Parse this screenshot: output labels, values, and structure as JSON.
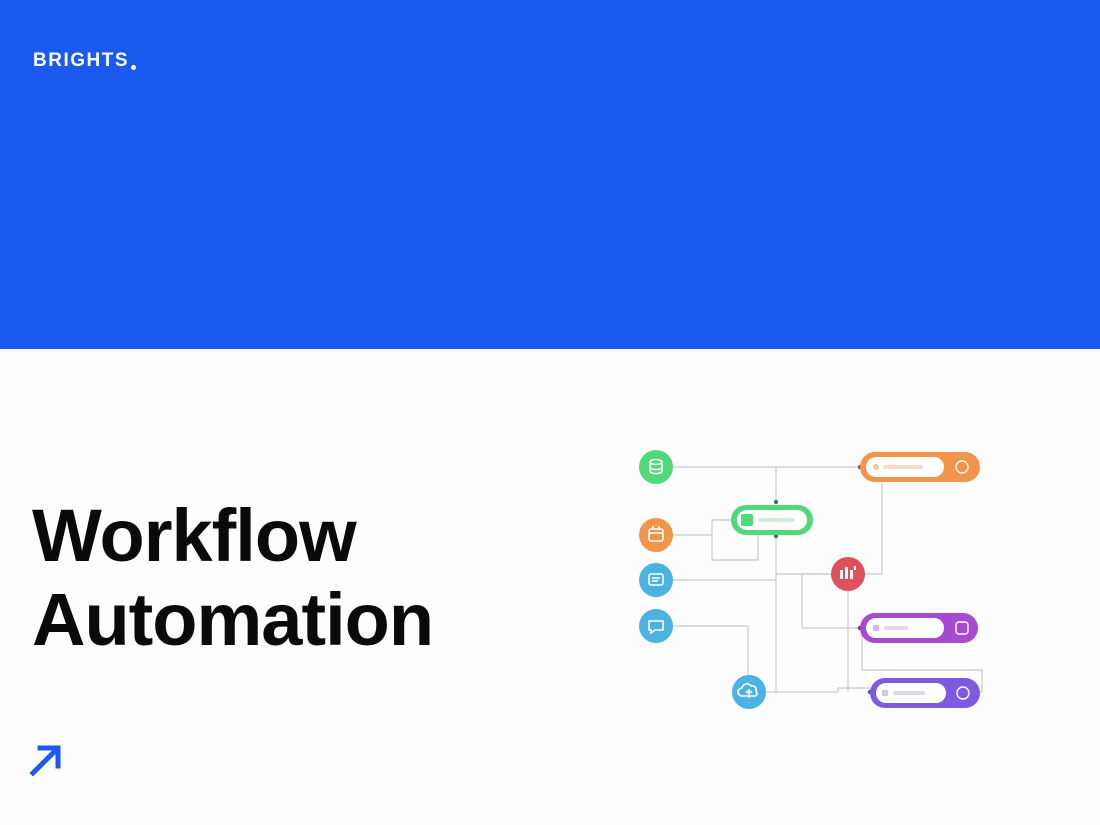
{
  "brand": {
    "name": "BRIGHTS",
    "dot_color": "#ffffff",
    "hero_color": "#1a5af0"
  },
  "main": {
    "title_line1": "Workflow",
    "title_line2": "Automation",
    "arrow_icon": "arrow-up-right-icon",
    "arrow_color": "#1a5af0"
  },
  "diagram": {
    "nodes": [
      {
        "name": "database-node",
        "icon": "database-icon",
        "color": "#4fd97a"
      },
      {
        "name": "calendar-node",
        "icon": "calendar-icon",
        "color": "#f0954a"
      },
      {
        "name": "message-node",
        "icon": "message-icon",
        "color": "#4ab3e2"
      },
      {
        "name": "chat-node",
        "icon": "chat-icon",
        "color": "#4ab3e2"
      },
      {
        "name": "upload-node",
        "icon": "cloud-upload-icon",
        "color": "#4ab3e2"
      },
      {
        "name": "hub-node",
        "icon": "hub-icon",
        "color": "#e0505a"
      }
    ],
    "pills": [
      {
        "name": "sheet-pill",
        "icon": "spreadsheet-icon",
        "color": "#4fd97a"
      },
      {
        "name": "orange-pill",
        "icon": "clock-icon",
        "color": "#f0954a"
      },
      {
        "name": "purple-pill",
        "icon": "settings-icon",
        "color": "#a64ad0"
      },
      {
        "name": "violet-pill",
        "icon": "bot-icon",
        "color": "#7e5ae0"
      }
    ]
  }
}
